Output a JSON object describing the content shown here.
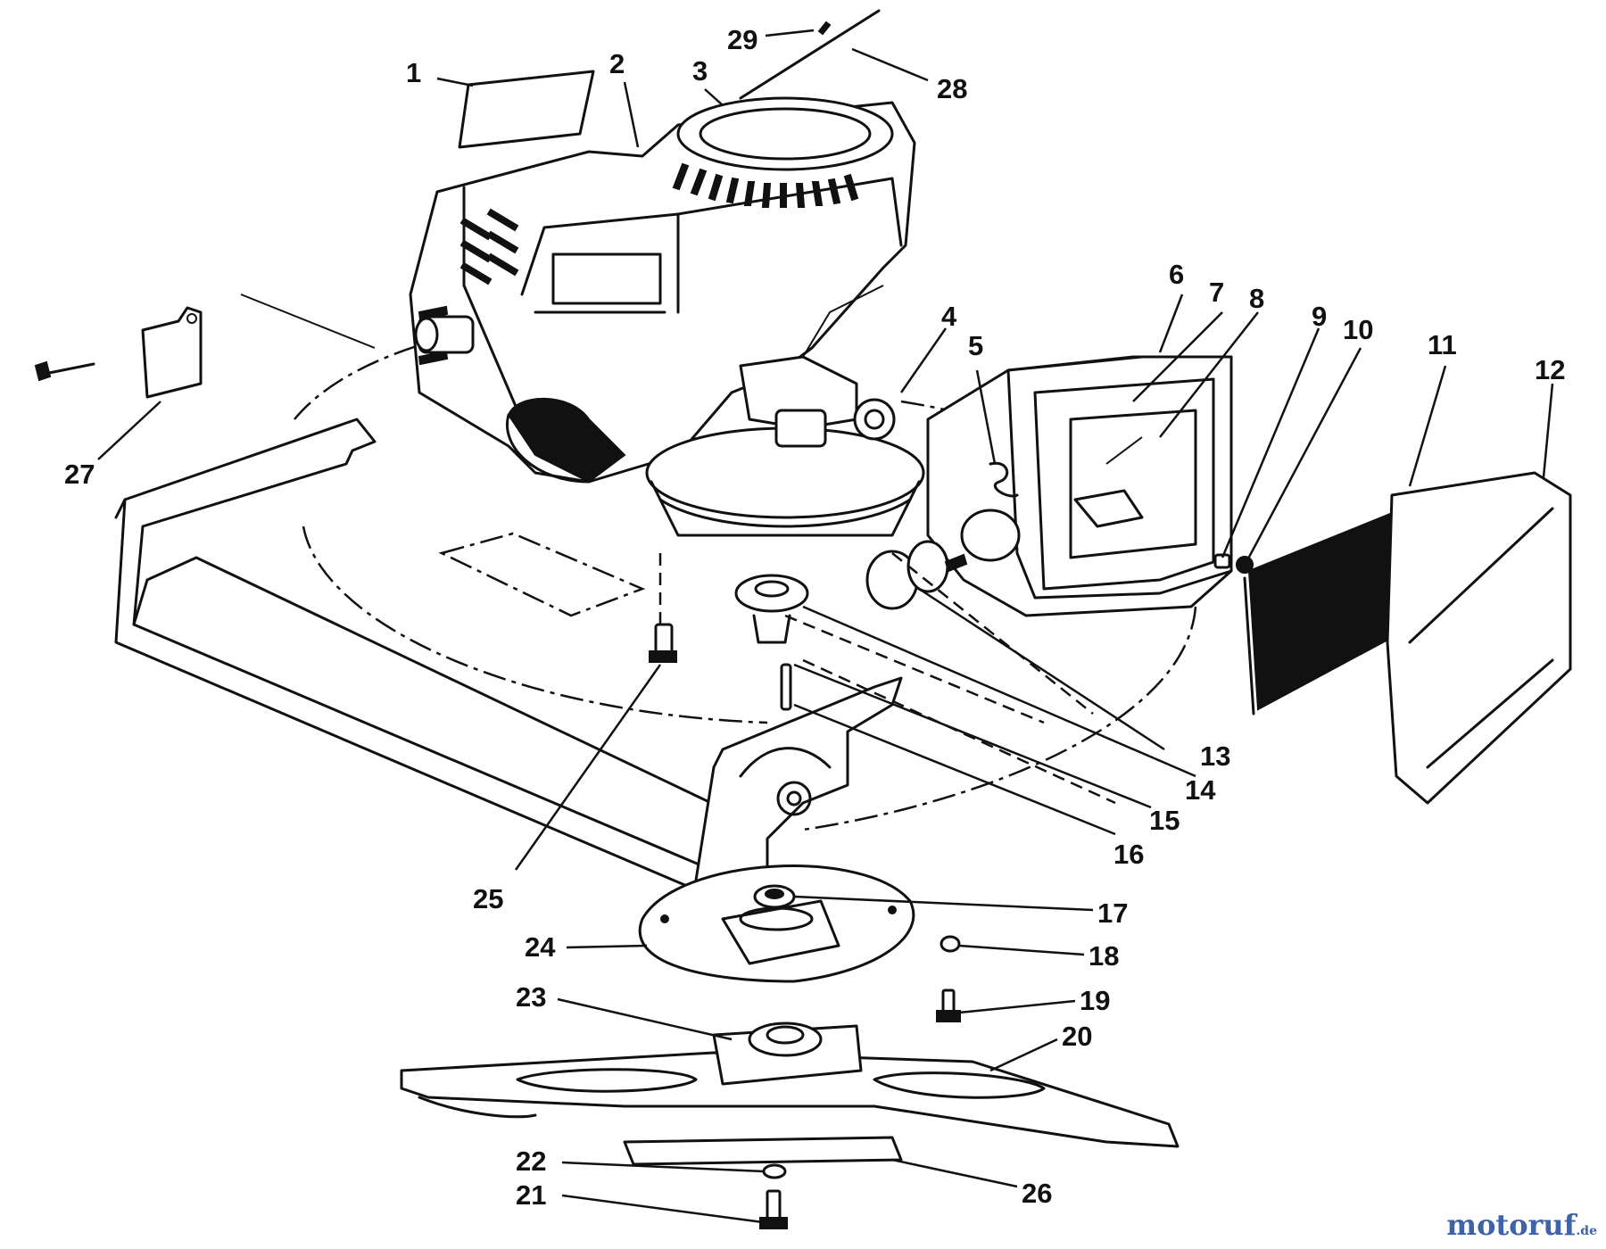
{
  "callouts": [
    {
      "n": "1"
    },
    {
      "n": "2"
    },
    {
      "n": "3"
    },
    {
      "n": "4"
    },
    {
      "n": "5"
    },
    {
      "n": "6"
    },
    {
      "n": "7"
    },
    {
      "n": "8"
    },
    {
      "n": "9"
    },
    {
      "n": "10"
    },
    {
      "n": "11"
    },
    {
      "n": "12"
    },
    {
      "n": "13"
    },
    {
      "n": "14"
    },
    {
      "n": "15"
    },
    {
      "n": "16"
    },
    {
      "n": "17"
    },
    {
      "n": "18"
    },
    {
      "n": "19"
    },
    {
      "n": "20"
    },
    {
      "n": "21"
    },
    {
      "n": "22"
    },
    {
      "n": "23"
    },
    {
      "n": "24"
    },
    {
      "n": "25"
    },
    {
      "n": "26"
    },
    {
      "n": "27"
    },
    {
      "n": "28"
    },
    {
      "n": "29"
    }
  ],
  "watermark": {
    "main": "motoruf",
    "suffix": ".de"
  }
}
